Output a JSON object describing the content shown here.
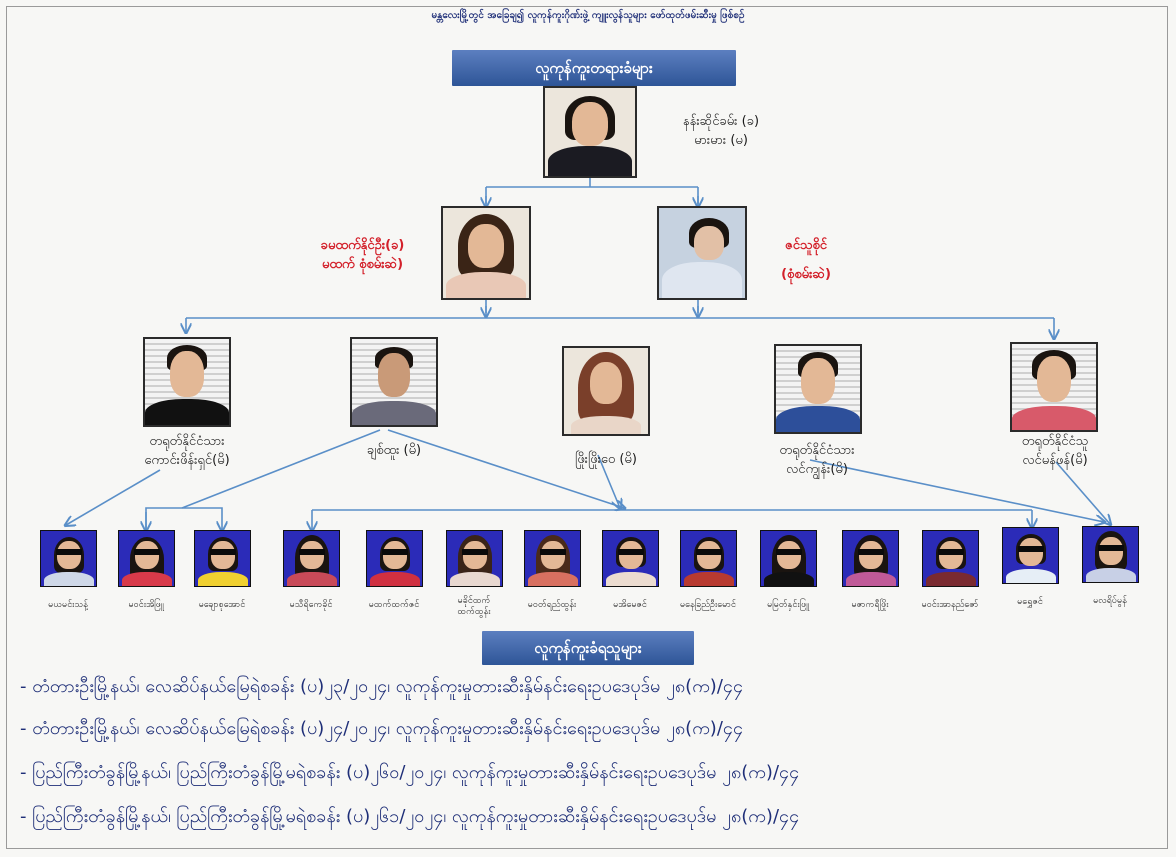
{
  "title": "မန္တလေးမြို့တွင် အခြေချ၍ လူကုန်ကူးဂိုဏ်းဖွဲ့ ကျူးလွန်သူများ ဖော်ထုတ်ဖမ်းဆီးမှု ဖြစ်စဉ်",
  "leaders_banner": "လူကုန်ကူးတရားခံများ",
  "victims_banner": "လူကုန်ကူးခံရသူများ",
  "ringleader": {
    "line1": "နန်းဆိုင်ခမ်း (ခ)",
    "line2": "မားမား (မ)"
  },
  "level2": [
    {
      "line1": "ခမထက်နိုင်ဦး(ခ)",
      "line2": "မထက် စုံစမ်းဆဲ)"
    },
    {
      "line1": "ဇင်သူစိုင်",
      "line2": "(စုံစမ်းဆဲ)"
    }
  ],
  "level3": [
    {
      "line1": "တရုတ်နိုင်ငံသား",
      "line2": "ကောင်းဖိန်းရှင်(မိ)"
    },
    {
      "line1": "ချစ်ထူး (မိ)",
      "line2": ""
    },
    {
      "line1": "ဖြိုးဖြိုးဝေ (မိ)",
      "line2": ""
    },
    {
      "line1": "တရုတ်နိုင်ငံသား",
      "line2": "လင်ကျွန်း(မိ)"
    },
    {
      "line1": "တရုတ်နိုင်ငံသူ",
      "line2": "လင်မန်ဖန်(မိ)"
    }
  ],
  "victims": [
    {
      "line1": "မယမင်းသန့်",
      "line2": ""
    },
    {
      "line1": "မဝင်းအိဖြူ",
      "line2": ""
    },
    {
      "line1": "မချောစုအောင်",
      "line2": ""
    },
    {
      "line1": "မသီရိကေခိုင်",
      "line2": ""
    },
    {
      "line1": "မထက်ထက်ဇင်",
      "line2": ""
    },
    {
      "line1": "မခိုင်ထက်",
      "line2": "ထက်ထွန်း"
    },
    {
      "line1": "မဝတ်ရည်ထွန်း",
      "line2": ""
    },
    {
      "line1": "မအိမေဇင်",
      "line2": ""
    },
    {
      "line1": "မနေခြည်ဦးမောင်",
      "line2": ""
    },
    {
      "line1": "မမြတ်နှင်းဖြူ",
      "line2": ""
    },
    {
      "line1": "မဇာကရီဖြိုး",
      "line2": ""
    },
    {
      "line1": "မဝင်းအာနည်ဇော်",
      "line2": ""
    },
    {
      "line1": "မရွှေဇင်",
      "line2": ""
    },
    {
      "line1": "မလရိပ်မွန်",
      "line2": ""
    }
  ],
  "cases": [
    "- တံတားဦးမြို့နယ်၊ လေဆိပ်နယ်မြေရဲစခန်း (ပ)၂၃/၂၀၂၄၊ လူကုန်ကူးမှုတားဆီးနှိမ်နင်းရေးဥပဒေပုဒ်မ ၂၈(က)/၄၄",
    "- တံတားဦးမြို့နယ်၊ လေဆိပ်နယ်မြေရဲစခန်း (ပ)၂၄/၂၀၂၄၊ လူကုန်ကူးမှုတားဆီးနှိမ်နင်းရေးဥပဒေပုဒ်မ ၂၈(က)/၄၄",
    "- ပြည်ကြီးတံခွန်မြို့နယ်၊ ပြည်ကြီးတံခွန်မြို့မရဲစခန်း (ပ)၂၆၀/၂၀၂၄၊ လူကုန်ကူးမှုတားဆီးနှိမ်နင်းရေးဥပဒေပုဒ်မ ၂၈(က)/၄၄",
    "- ပြည်ကြီးတံခွန်မြို့နယ်၊ ပြည်ကြီးတံခွန်မြို့မရဲစခန်း (ပ)၂၆၁/၂၀၂၄၊ လူကုန်ကူးမှုတားဆီးနှိမ်နင်းရေးဥပဒေပုဒ်မ ၂၈(က)/၄၄"
  ],
  "colors": {
    "title": "#1f2f78",
    "banner": "#3d62a8",
    "suspect_red": "#d3202a",
    "arrow": "#5a8fc8",
    "victim_bg": "#2b2bb8"
  }
}
